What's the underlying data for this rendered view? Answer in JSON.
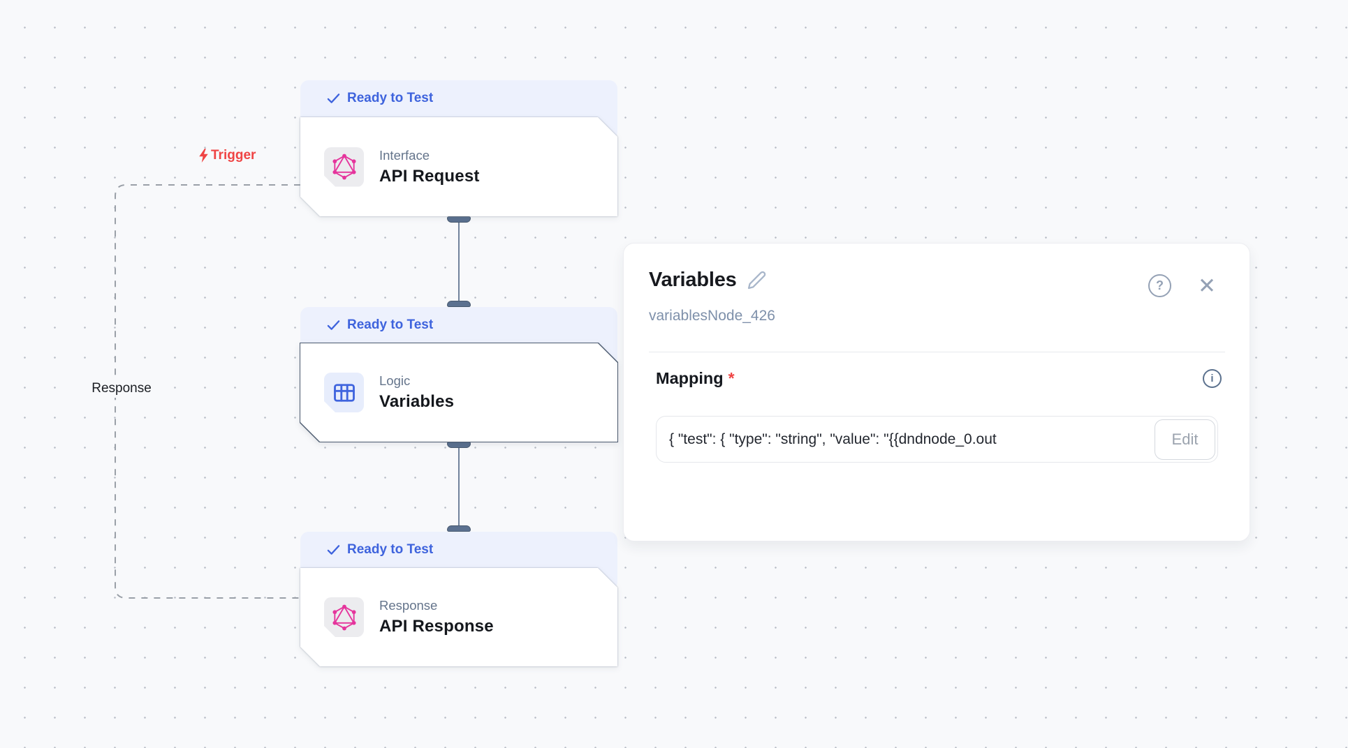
{
  "canvas": {
    "trigger_edge_label": "Trigger",
    "response_edge_label": "Response",
    "nodes": [
      {
        "status": "Ready to Test",
        "category": "Interface",
        "title": "API Request",
        "icon": "graphql-icon",
        "selected": false
      },
      {
        "status": "Ready to Test",
        "category": "Logic",
        "title": "Variables",
        "icon": "table-icon",
        "selected": true
      },
      {
        "status": "Ready to Test",
        "category": "Response",
        "title": "API Response",
        "icon": "graphql-icon",
        "selected": false
      }
    ]
  },
  "panel": {
    "title": "Variables",
    "node_id": "variablesNode_426",
    "mapping": {
      "label": "Mapping",
      "required_marker": "*",
      "value": "{ \"test\": {   \"type\": \"string\",   \"value\": \"{{dndnode_0.out",
      "edit_label": "Edit"
    }
  },
  "icons": {
    "close": "✕",
    "help": "?",
    "info": "i"
  },
  "colors": {
    "status_blue": "#3e63dd",
    "status_bg": "#edf1fd",
    "graphql_pink": "#e5349c",
    "logic_blue": "#3f64de",
    "trigger_red": "#ef4444",
    "selected_border": "#4a596e",
    "handle_slate": "#5b7190",
    "canvas_bg": "#f8f9fb"
  }
}
